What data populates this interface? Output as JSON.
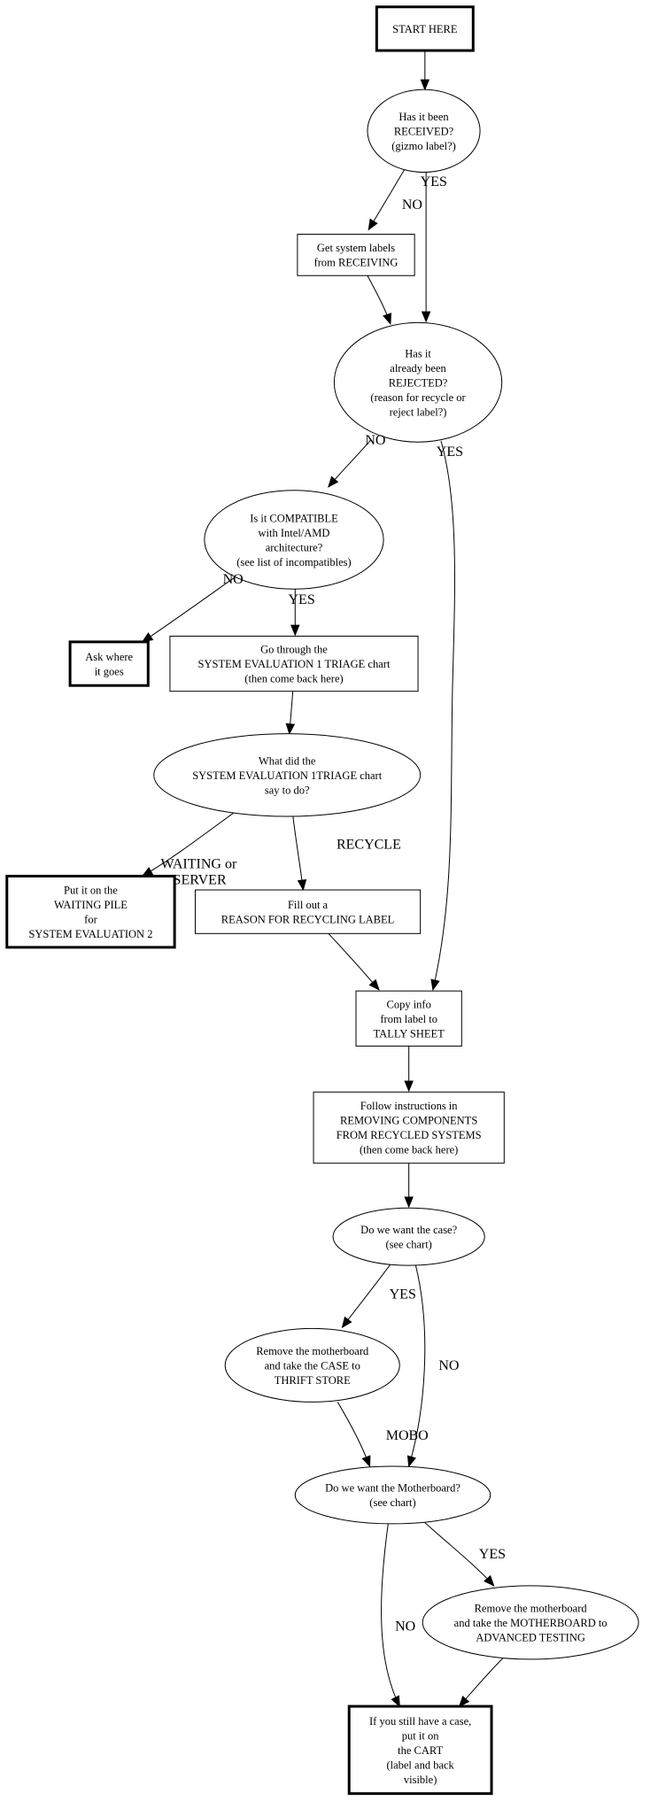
{
  "nodes": {
    "start": {
      "lines": [
        "START HERE"
      ]
    },
    "received": {
      "lines": [
        "Has it been",
        "RECEIVED?",
        "(gizmo label?)"
      ]
    },
    "get_labels": {
      "lines": [
        "Get system labels",
        "from RECEIVING"
      ]
    },
    "rejected": {
      "lines": [
        "Has it",
        "already been",
        "REJECTED?",
        "(reason for recycle or",
        "reject label?)"
      ]
    },
    "compatible": {
      "lines": [
        "Is it COMPATIBLE",
        "with Intel/AMD",
        "architecture?",
        "(see list of incompatibles)"
      ]
    },
    "ask": {
      "lines": [
        "Ask where",
        "it goes"
      ]
    },
    "go_through": {
      "lines": [
        "Go through the",
        "SYSTEM EVALUATION 1 TRIAGE chart",
        "(then come back here)"
      ]
    },
    "what_did": {
      "lines": [
        "What did the",
        "SYSTEM EVALUATION 1TRIAGE chart",
        "say to do?"
      ]
    },
    "waiting_pile": {
      "lines": [
        "Put it on the",
        "WAITING PILE",
        "for",
        "SYSTEM EVALUATION 2"
      ]
    },
    "fill_out": {
      "lines": [
        "Fill out a",
        "REASON FOR RECYCLING LABEL"
      ]
    },
    "copy_info": {
      "lines": [
        "Copy info",
        "from label to",
        "TALLY SHEET"
      ]
    },
    "follow": {
      "lines": [
        "Follow instructions in",
        "REMOVING COMPONENTS",
        "FROM RECYCLED SYSTEMS",
        "(then come back here)"
      ]
    },
    "want_case": {
      "lines": [
        "Do we want the case?",
        "(see chart)"
      ]
    },
    "remove_case": {
      "lines": [
        "Remove the motherboard",
        "and take the CASE to",
        "THRIFT STORE"
      ]
    },
    "want_mobo": {
      "lines": [
        "Do we want the Motherboard?",
        "(see chart)"
      ]
    },
    "remove_mobo": {
      "lines": [
        "Remove the motherboard",
        "and take the MOTHERBOARD to",
        "ADVANCED TESTING"
      ]
    },
    "cart": {
      "lines": [
        "If you still have a case,",
        "put it on",
        "the CART",
        "(label and back",
        "visible)"
      ]
    }
  },
  "edges": [
    {
      "id": "start-received",
      "label": ""
    },
    {
      "id": "received-get_labels",
      "label": "NO"
    },
    {
      "id": "received-rejected",
      "label": "YES"
    },
    {
      "id": "get_labels-rejected",
      "label": ""
    },
    {
      "id": "rejected-compatible",
      "label": "NO"
    },
    {
      "id": "rejected-copy_info",
      "label": "YES"
    },
    {
      "id": "compatible-ask",
      "label": "NO"
    },
    {
      "id": "compatible-go_through",
      "label": "YES"
    },
    {
      "id": "go_through-what_did",
      "label": ""
    },
    {
      "id": "what_did-waiting_pile",
      "label": "WAITING or\nSERVER"
    },
    {
      "id": "what_did-fill_out",
      "label": "RECYCLE"
    },
    {
      "id": "fill_out-copy_info",
      "label": ""
    },
    {
      "id": "copy_info-follow",
      "label": ""
    },
    {
      "id": "follow-want_case",
      "label": ""
    },
    {
      "id": "want_case-remove_case",
      "label": "YES"
    },
    {
      "id": "want_case-want_mobo",
      "label": "NO"
    },
    {
      "id": "remove_case-want_mobo",
      "label": "MOBO"
    },
    {
      "id": "want_mobo-remove_mobo",
      "label": "YES"
    },
    {
      "id": "want_mobo-cart",
      "label": "NO"
    },
    {
      "id": "remove_mobo-cart",
      "label": ""
    }
  ]
}
